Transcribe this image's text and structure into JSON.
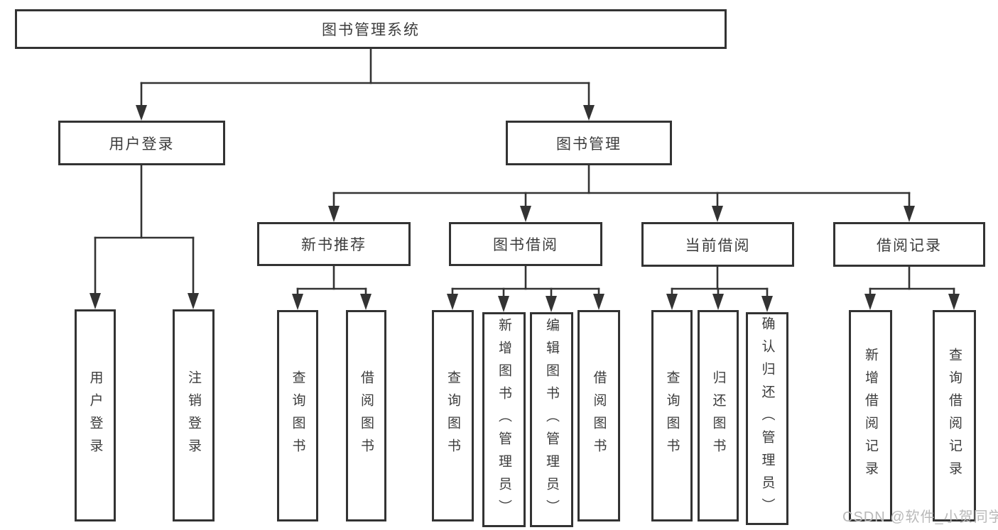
{
  "diagram_type": "hierarchy-tree",
  "colors": {
    "line": "#333333",
    "box_border": "#333333",
    "box_background": "#ffffff",
    "text": "#3c3c3c",
    "watermark": "#b9b9b9"
  },
  "watermark": "CSDN @软件_小贺同学",
  "hierarchy": {
    "root": {
      "label": "图书管理系统",
      "children": [
        {
          "label": "用户登录",
          "children": [
            {
              "label": "用户登录"
            },
            {
              "label": "注销登录"
            }
          ]
        },
        {
          "label": "图书管理",
          "children": [
            {
              "label": "新书推荐",
              "children": [
                {
                  "label": "查询图书"
                },
                {
                  "label": "借阅图书"
                }
              ]
            },
            {
              "label": "图书借阅",
              "children": [
                {
                  "label": "查询图书"
                },
                {
                  "label": "新增图书（管理员）"
                },
                {
                  "label": "编辑图书（管理员）"
                },
                {
                  "label": "借阅图书"
                }
              ]
            },
            {
              "label": "当前借阅",
              "children": [
                {
                  "label": "查询图书"
                },
                {
                  "label": "归还图书"
                },
                {
                  "label": "确认归还（管理员）"
                }
              ]
            },
            {
              "label": "借阅记录",
              "children": [
                {
                  "label": "新增借阅记录"
                },
                {
                  "label": "查询借阅记录"
                }
              ]
            }
          ]
        }
      ]
    }
  }
}
